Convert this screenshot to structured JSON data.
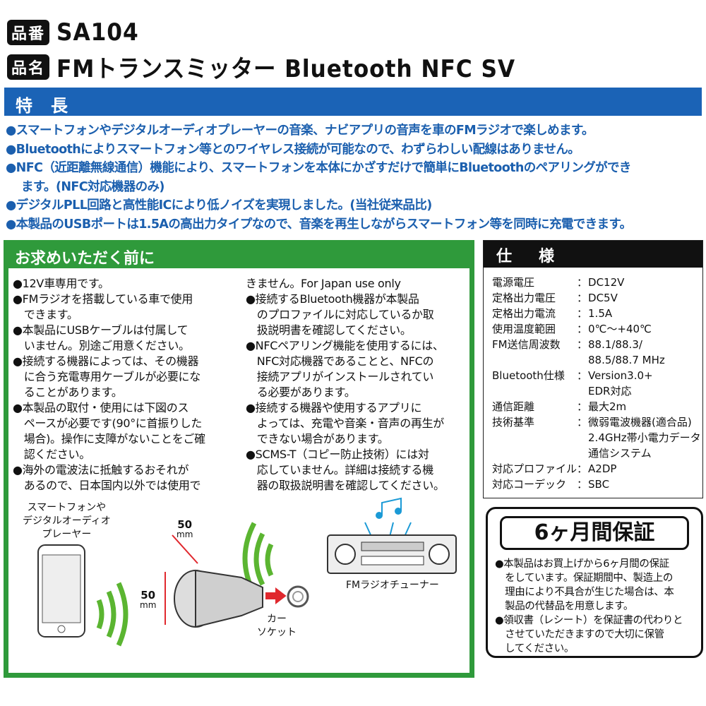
{
  "header": {
    "part_no_label": "品番",
    "part_no": "SA104",
    "name_label": "品名",
    "name": "FMトランスミッター Bluetooth NFC SV"
  },
  "features": {
    "title": "特長",
    "items": [
      "●スマートフォンやデジタルオーディオプレーヤーの音楽、ナビアプリの音声を車のFMラジオで楽しめます。",
      "●Bluetoothによりスマートフォン等とのワイヤレス接続が可能なので、わずらわしい配線はありません。",
      "●NFC（近距離無線通信）機能により、スマートフォンを本体にかざすだけで簡単にBluetoothのペアリングができ",
      "ます。(NFC対応機器のみ)",
      "●デジタルPLL回路と高性能ICにより低ノイズを実現しました。(当社従来品比)",
      "●本製品のUSBポートは1.5Aの高出力タイプなので、音楽を再生しながらスマートフォン等を同時に充電できます。"
    ]
  },
  "before_use": {
    "title": "お求めいただく前に",
    "left": [
      "●12V車専用です。",
      "●FMラジオを搭載している車で使用",
      "　できます。",
      "●本製品にUSBケーブルは付属して",
      "　いません。別途ご用意ください。",
      "●接続する機器によっては、その機器",
      "　に合う充電専用ケーブルが必要にな",
      "　ることがあります。",
      "●本製品の取付・使用には下図のス",
      "　ペースが必要です(90°に首振りした",
      "　場合)。操作に支障がないことをご確",
      "　認ください。",
      "●海外の電波法に抵触するおそれが",
      "　あるので、日本国内以外では使用で"
    ],
    "right": [
      "きません。For Japan use only",
      "●接続するBluetooth機器が本製品",
      "　のプロファイルに対応しているか取",
      "　扱説明書を確認してください。",
      "●NFCペアリング機能を使用するには、",
      "　NFC対応機器であることと、NFCの",
      "　接続アプリがインストールされてい",
      "　る必要があります。",
      "●接続する機器や使用するアプリに",
      "　よっては、充電や音楽・音声の再生が",
      "　できない場合があります。",
      "●SCMS-T（コピー防止技術）には対",
      "　応していません。詳細は接続する機",
      "　器の取扱説明書を確認してください。"
    ],
    "illustration": {
      "phone_label": [
        "スマートフォンや",
        "デジタルオーディオ",
        "プレーヤー"
      ],
      "dim1": "50",
      "dim1_unit": "mm",
      "dim2": "50",
      "dim2_unit": "mm",
      "socket_label": [
        "カー",
        "ソケット"
      ],
      "tuner_label": "FMラジオチューナー"
    }
  },
  "spec": {
    "title": "仕様",
    "rows": [
      {
        "k": "電源電圧",
        "v": [
          "DC12V"
        ]
      },
      {
        "k": "定格出力電圧",
        "v": [
          "DC5V"
        ]
      },
      {
        "k": "定格出力電流",
        "v": [
          "1.5A"
        ]
      },
      {
        "k": "使用温度範囲",
        "v": [
          "0℃～+40℃"
        ]
      },
      {
        "k": "FM送信周波数",
        "v": [
          "88.1/88.3/",
          "88.5/88.7 MHz"
        ]
      },
      {
        "k": "Bluetooth仕様",
        "v": [
          "Version3.0+",
          "EDR対応"
        ]
      },
      {
        "k": "通信距離",
        "v": [
          "最大2m"
        ]
      },
      {
        "k": "技術基準",
        "v": [
          "微弱電波機器(適合品)",
          "2.4GHz帯小電力データ",
          "通信システム"
        ]
      },
      {
        "k": "対応プロファイル",
        "v": [
          "A2DP"
        ]
      },
      {
        "k": "対応コーデック",
        "v": [
          "SBC"
        ]
      }
    ]
  },
  "warranty": {
    "title": "6ヶ月間保証",
    "lines": [
      "●本製品はお買上げから6ヶ月間の保証",
      "　をしています。保証期間中、製造上の",
      "　理由により不具合が生じた場合は、本",
      "　製品の代替品を用意します。",
      "●領収書（レシート）を保証書の代わりと",
      "　させていただきますので大切に保管",
      "　してください。"
    ]
  },
  "colors": {
    "blue": "#1b63b6",
    "green": "#2f9a3b",
    "wave": "#5bb531",
    "arrow": "#e0282e"
  }
}
